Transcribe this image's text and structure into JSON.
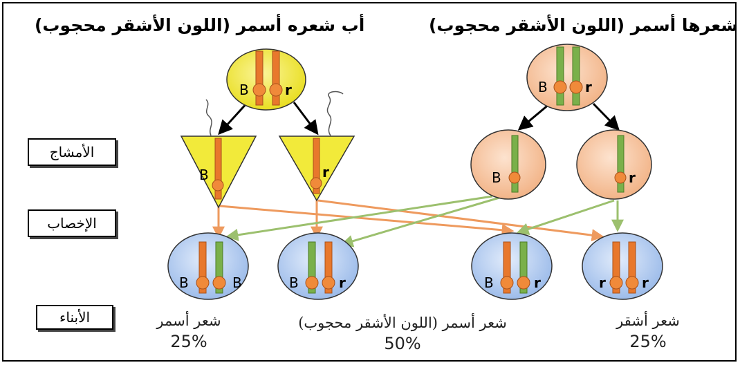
{
  "titles": {
    "father": "أب شعره أسمر (اللون الأشقر محجوب)",
    "mother": "أم شعرها أسمر (اللون الأشقر محجوب)"
  },
  "labels": {
    "gametes": "الأمشاج",
    "fertilization": "الإخصاب",
    "offspring": "الأبناء"
  },
  "parents": {
    "father": {
      "allele_left": "B",
      "allele_right": "r"
    },
    "mother": {
      "allele_left": "B",
      "allele_right": "r"
    }
  },
  "gametes": {
    "father_1": "B",
    "father_2": "r",
    "mother_1": "B",
    "mother_2": "r"
  },
  "offspring": [
    {
      "allele_left": "B",
      "allele_right": "B",
      "caption": "شعر أسمر",
      "percent": "25%"
    },
    {
      "allele_left": "B",
      "allele_right": "r",
      "caption": "",
      "percent": ""
    },
    {
      "allele_left": "B",
      "allele_right": "r",
      "caption": "",
      "percent": ""
    },
    {
      "allele_left": "r",
      "allele_right": "r",
      "caption": "شعر أشقر",
      "percent": "25%"
    }
  ],
  "middle_caption": {
    "text": "شعر أسمر (اللون الأشقر محجوب)",
    "percent": "50%"
  },
  "colors": {
    "father_cell": "#f2ea3a",
    "mother_cell": "#f7c6a0",
    "offspring_cell": "#b8d0f2",
    "orange_chromosome": "#e8782c",
    "green_chromosome": "#7ab04a",
    "orange_arrow": "#ee9a5e",
    "green_arrow": "#9cc06e"
  }
}
